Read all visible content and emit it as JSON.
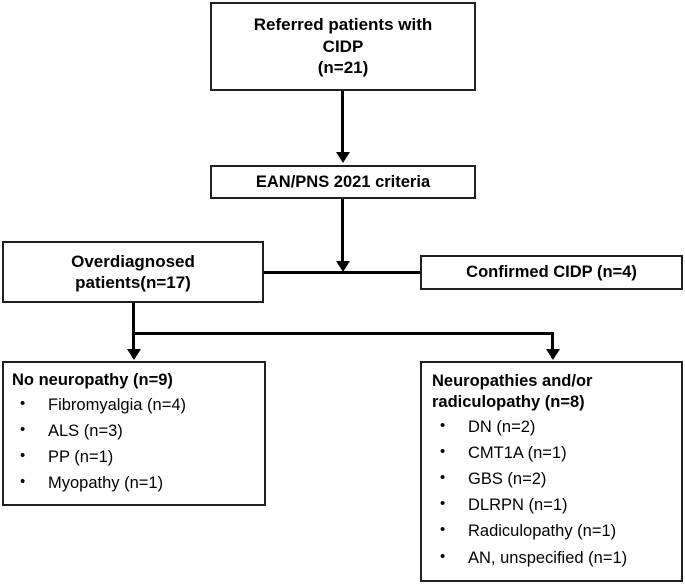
{
  "diagram": {
    "type": "flowchart",
    "title": "Patient referral and diagnostic reclassification flowchart",
    "nodes": {
      "referred": {
        "lines": [
          "Referred patients with",
          "CIDP",
          "(n=21)"
        ],
        "text": "Referred patients with CIDP (n=21)"
      },
      "criteria": {
        "text": "EAN/PNS 2021 criteria"
      },
      "overdiagnosed": {
        "lines": [
          "Overdiagnosed",
          "patients(n=17)"
        ],
        "text": "Overdiagnosed patients(n=17)"
      },
      "confirmed": {
        "text": "Confirmed CIDP (n=4)"
      },
      "no_neuropathy": {
        "title": "No neuropathy (n=9)",
        "items": [
          "Fibromyalgia (n=4)",
          "ALS (n=3)",
          "PP (n=1)",
          "Myopathy (n=1)"
        ]
      },
      "neuropathies": {
        "title_line1": "Neuropathies and/or",
        "title_line2": "radiculopathy (n=8)",
        "title": "Neuropathies and/or radiculopathy (n=8)",
        "items": [
          "DN (n=2)",
          "CMT1A (n=1)",
          "GBS (n=2)",
          "DLRPN (n=1)",
          "Radiculopathy (n=1)",
          "AN, unspecified (n=1)"
        ]
      }
    },
    "colors": {
      "line": "#000000",
      "border": "#231f20",
      "background": "#ffffff",
      "text": "#000000"
    }
  }
}
